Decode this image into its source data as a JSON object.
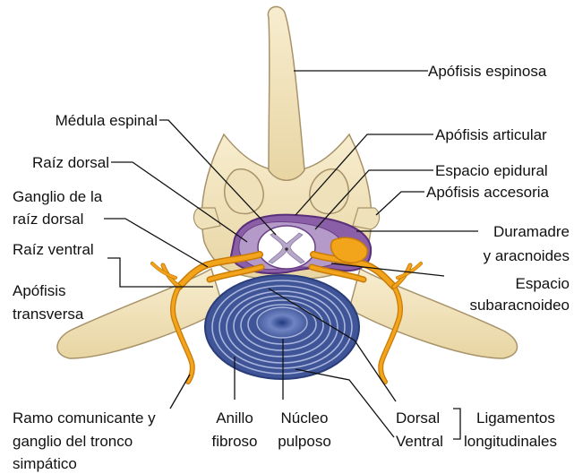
{
  "colors": {
    "bone": "#f3e6bf",
    "bone_edge": "#a8936a",
    "bone_shadow": "#d9c79a",
    "nerve": "#f2a41b",
    "nerve_edge": "#c97b0a",
    "disc_outer": "#5a6fae",
    "disc_ring": "#a9b5dc",
    "nucleus": "#2e4a8f",
    "dura": "#6a3f86",
    "spinal_cord": "#ffffff",
    "grey_matter": "#b7a7c9",
    "leader_line": "#111111"
  },
  "labels": {
    "spinous_process": "Apófisis espinosa",
    "spinal_cord": "Médula espinal",
    "articular_process": "Apófisis articular",
    "dorsal_root": "Raíz dorsal",
    "epidural_space": "Espacio epidural",
    "dorsal_root_ganglion_line1": "Ganglio de la",
    "dorsal_root_ganglion_line2": "raíz dorsal",
    "accessory_process": "Apófisis accesoria",
    "dura_line1": "Duramadre",
    "dura_line2": "y aracnoides",
    "ventral_root": "Raíz ventral",
    "subarachnoid_line1": "Espacio",
    "subarachnoid_line2": "subaracnoideo",
    "transverse_line1": "Apófisis",
    "transverse_line2": "transversa",
    "ramus_line1": "Ramo comunicante y",
    "ramus_line2": "ganglio del tronco",
    "ramus_line3": "simpático",
    "annulus_line1": "Anillo",
    "annulus_line2": "fibroso",
    "nucleus_line1": "Núcleo",
    "nucleus_line2": "pulposo",
    "dorsal": "Dorsal",
    "ventral": "Ventral",
    "ligaments_line1": "Ligamentos",
    "ligaments_line2": "longitudinales"
  }
}
